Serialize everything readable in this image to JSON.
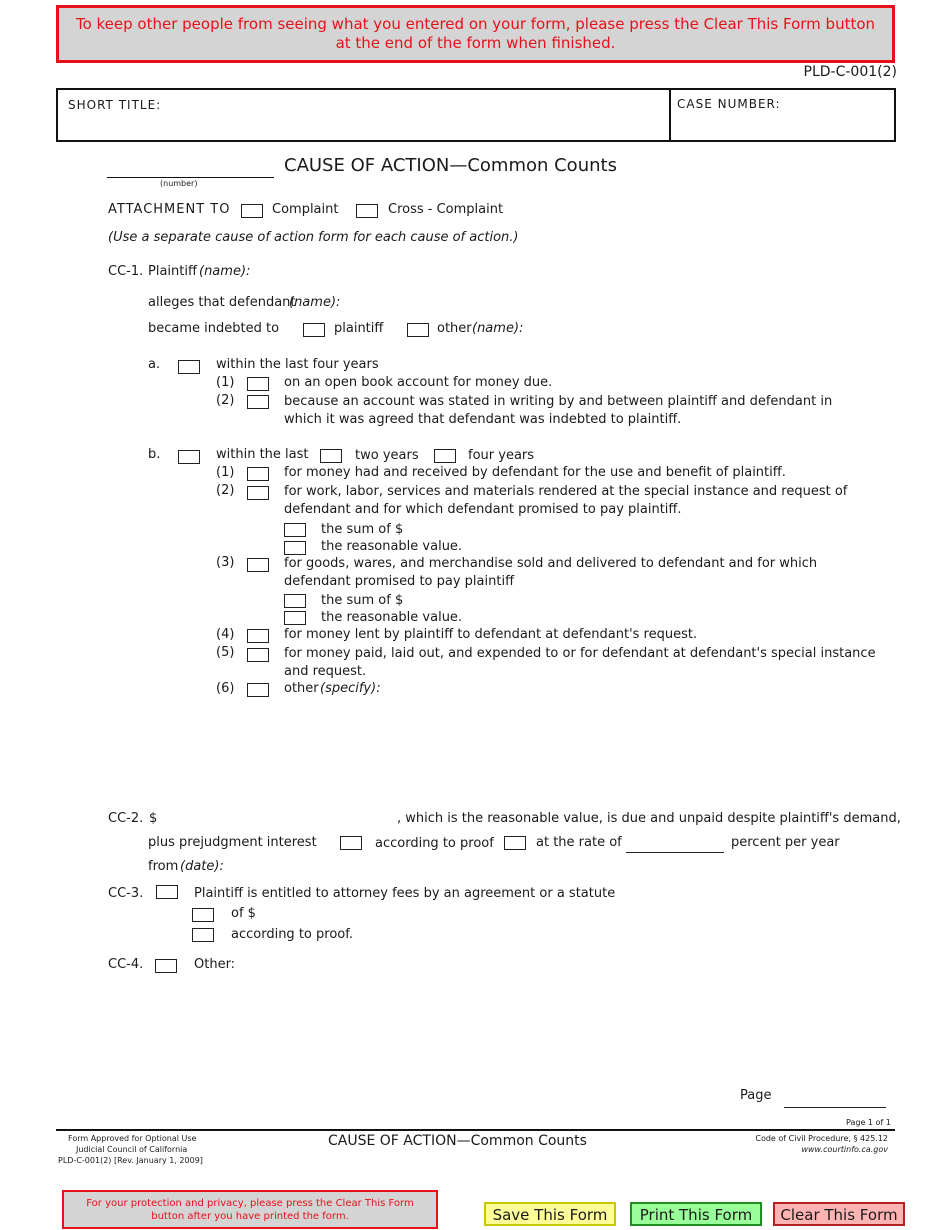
{
  "privacy_notice": "To keep other people from seeing what you entered on your form, please press the Clear This Form button at the end of the form when finished.",
  "form_number": "PLD-C-001(2)",
  "header": {
    "short_title_label": "SHORT TITLE:",
    "case_number_label": "CASE NUMBER:"
  },
  "title": {
    "number_caption": "(number)",
    "heading": "CAUSE OF ACTION—Common Counts"
  },
  "attachment": {
    "label": "ATTACHMENT TO",
    "option1": "Complaint",
    "option2": "Cross - Complaint",
    "note": "(Use a separate cause of action form for each cause of action.)"
  },
  "cc1": {
    "label": "CC-1.",
    "plaintiff": "Plaintiff",
    "name_hint": "(name):",
    "alleges": "alleges that defendant",
    "became_indebted": "became indebted to",
    "to_plaintiff": "plaintiff",
    "other": "other",
    "other_hint": "(name):",
    "a": {
      "letter": "a.",
      "text": "within the last four years",
      "items": [
        {
          "num": "(1)",
          "text": "on an open book account for money due."
        },
        {
          "num": "(2)",
          "text": "because an account was stated in writing by and between plaintiff and defendant in which it was agreed that defendant was indebted to plaintiff."
        }
      ]
    },
    "b": {
      "letter": "b.",
      "text": "within the last",
      "two_years": "two years",
      "four_years": "four years",
      "items": [
        {
          "num": "(1)",
          "text": "for money had and received by defendant for the use and benefit of plaintiff."
        },
        {
          "num": "(2)",
          "text": "for work, labor, services and materials rendered at the special instance and request of defendant and for which defendant promised to pay plaintiff.",
          "sum": "the sum of $",
          "reasonable": "the reasonable value."
        },
        {
          "num": "(3)",
          "text": "for goods, wares, and merchandise sold and delivered to defendant and for which defendant promised to pay plaintiff",
          "sum": "the sum of $",
          "reasonable": "the reasonable value."
        },
        {
          "num": "(4)",
          "text": "for money lent by plaintiff to defendant at defendant's request."
        },
        {
          "num": "(5)",
          "text": "for money paid, laid out, and expended to or for defendant at defendant's special instance and request."
        },
        {
          "num": "(6)",
          "text": "other",
          "hint": "(specify):"
        }
      ]
    }
  },
  "cc2": {
    "label": "CC-2.",
    "dollar": "$",
    "text": ", which is the reasonable value, is due and unpaid despite plaintiff's demand,",
    "interest": "plus prejudgment interest",
    "according": "according to proof",
    "rate": "at the rate of",
    "percent": "percent per year",
    "from": "from",
    "date_hint": "(date):"
  },
  "cc3": {
    "label": "CC-3.",
    "text": "Plaintiff is entitled to attorney fees by an agreement or a statute",
    "of": "of $",
    "according": "according to proof."
  },
  "cc4": {
    "label": "CC-4.",
    "text": "Other:"
  },
  "page_label": "Page",
  "page_count": "Page 1 of 1",
  "footer": {
    "left1": "Form Approved for Optional Use",
    "left2": "Judicial Council of California",
    "left3": "PLD-C-001(2) [Rev. January 1, 2009]",
    "center": "CAUSE OF ACTION—Common Counts",
    "right1": "Code of Civil Procedure, § 425.12",
    "right2": "www.courtinfo.ca.gov"
  },
  "bottom_notice": "For your protection and privacy, please press the Clear This Form button after you have printed the form.",
  "buttons": {
    "save": "Save This Form",
    "print": "Print This Form",
    "clear": "Clear This Form"
  },
  "colors": {
    "notice_red": "#e8101a",
    "notice_bg": "#d4d4d4",
    "save_bg": "#ffff99",
    "save_border": "#c8c800",
    "print_bg": "#99ff99",
    "print_border": "#228b22",
    "clear_bg": "#ffb3b3",
    "clear_border": "#b22222"
  }
}
